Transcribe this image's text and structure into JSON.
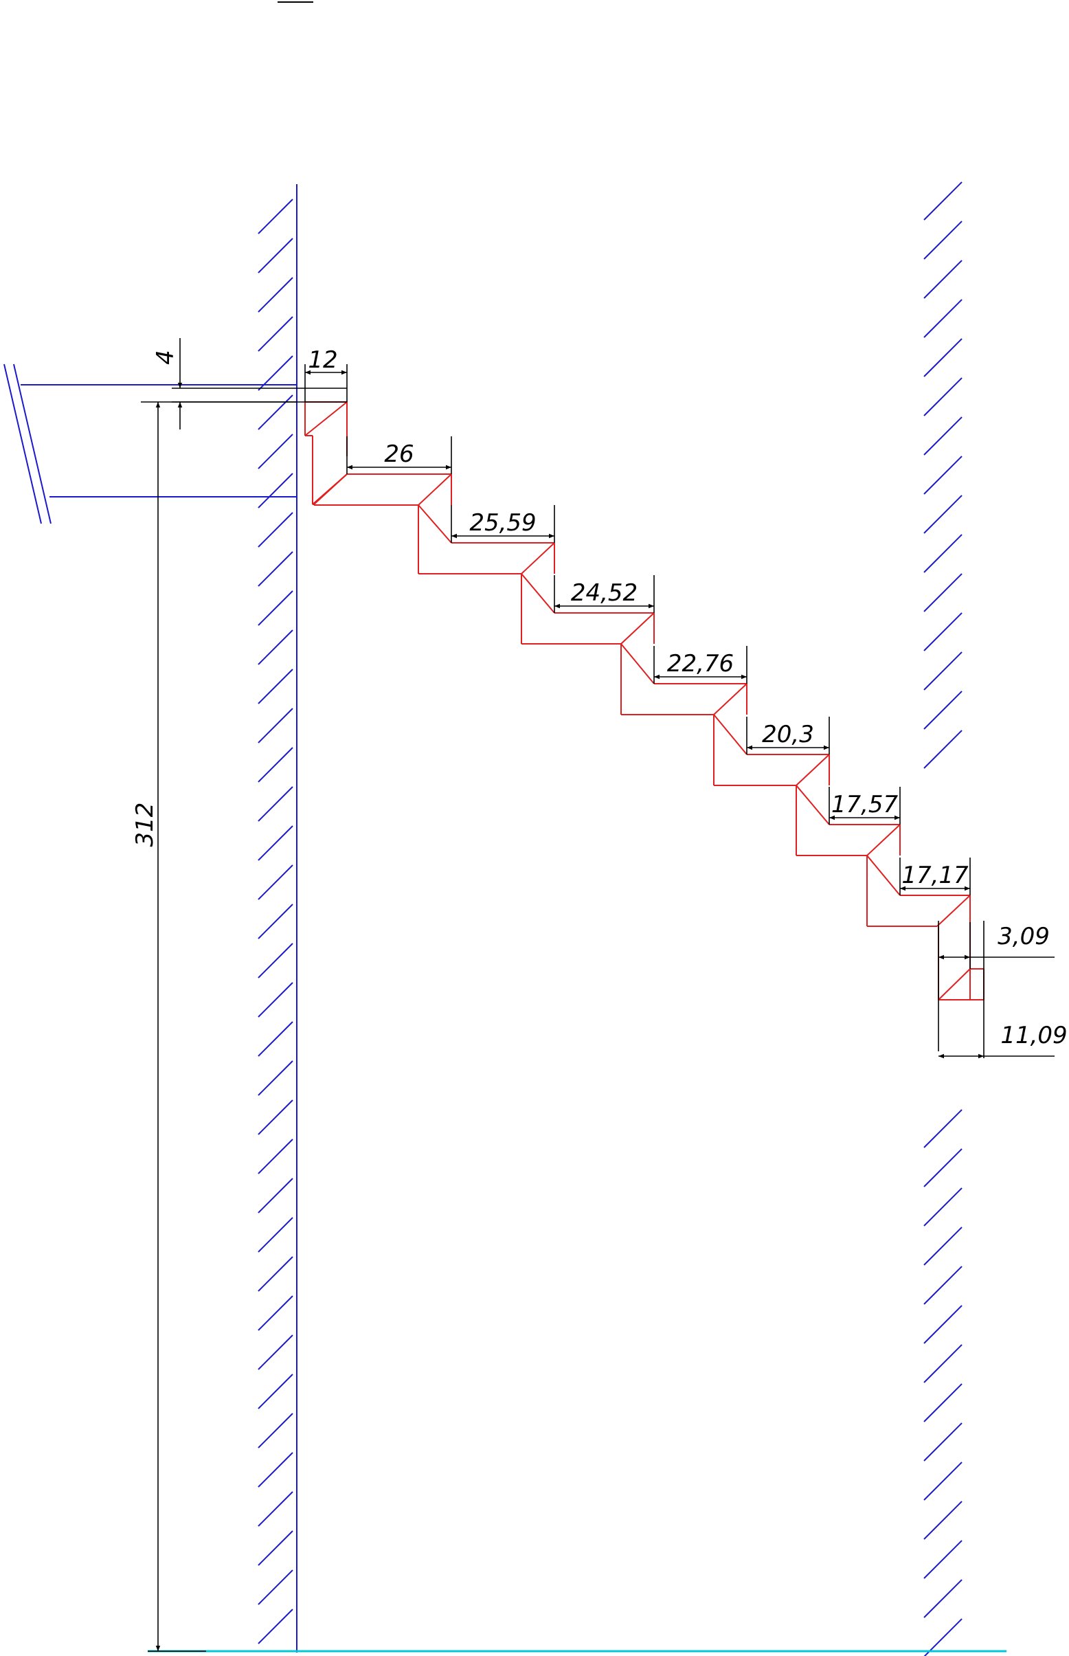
{
  "dimensions": {
    "top_offset": "4",
    "overall_height": "312",
    "first_tread": "12",
    "treads": [
      "26",
      "25,59",
      "24,52",
      "22,76",
      "20,3",
      "17,57",
      "17,17"
    ],
    "last_offset": "3,09",
    "last_width": "11,09"
  },
  "colors": {
    "walls": "#1a1acc",
    "stair": "#e02020",
    "dimensions": "#000000",
    "floor": "#00c8d8"
  }
}
